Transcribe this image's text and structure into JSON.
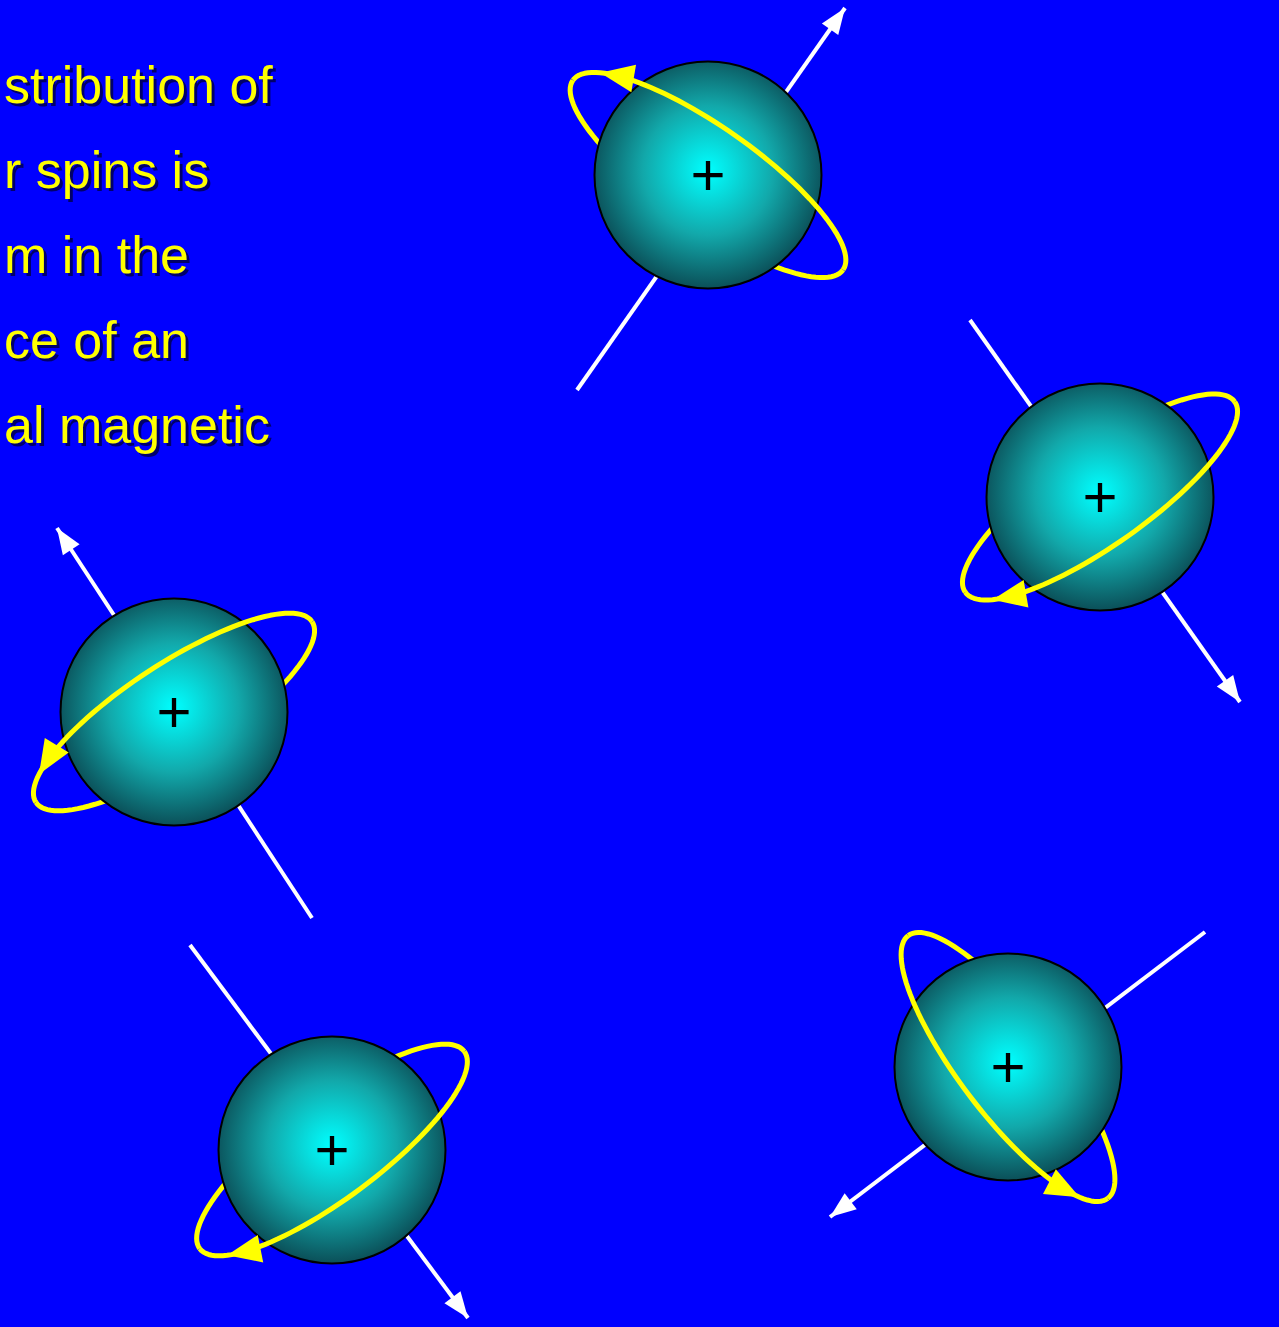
{
  "diagram": {
    "nodes": [
      {
        "text": [
          "+"
        ]
      },
      {
        "text": [
          "+"
        ]
      },
      {
        "text": [
          "+"
        ]
      },
      {
        "text": [
          "+"
        ]
      },
      {
        "text": [
          "+"
        ]
      }
    ],
    "labels": [
      "stribution of",
      "r spins is",
      "m in the",
      "ce of an",
      "al magnetic"
    ]
  }
}
